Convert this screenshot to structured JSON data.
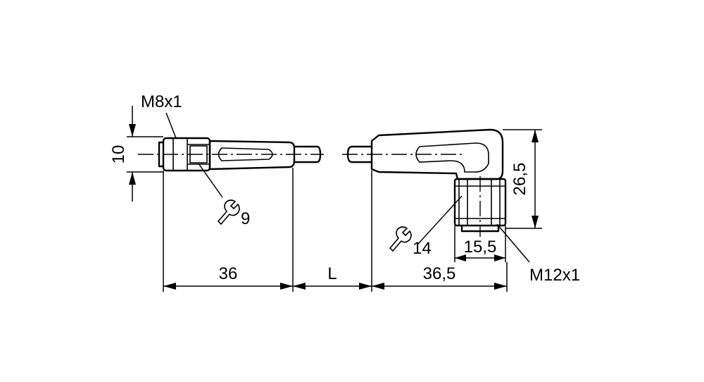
{
  "labels": {
    "thread_left": "M8x1",
    "thread_right": "M12x1",
    "dia_left": "10",
    "wrench_left": "9",
    "wrench_right": "14",
    "len_left": "36",
    "len_cable": "L",
    "len_right": "36,5",
    "height_right": "26,5",
    "nut_width": "15,5"
  },
  "icons": {
    "wrench": "wrench-icon"
  }
}
